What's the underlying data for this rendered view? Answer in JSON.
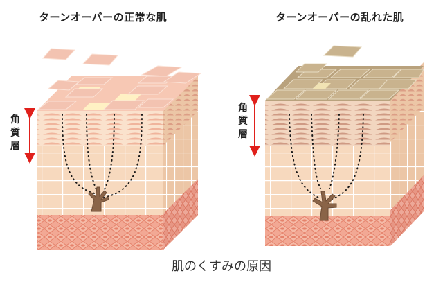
{
  "titles": {
    "normal": "ターンオーバーの正常な肌",
    "disturbed": "ターンオーバーの乱れた肌"
  },
  "layer_label": "角質層",
  "caption": "肌のくすみの原因",
  "colors": {
    "cell_face": "#f7d9be",
    "cell_line": "#ffffff",
    "corneum_band": "#f0b49c",
    "basal_front": "#f2a894",
    "basal_pattern": "#e5826b",
    "flake_normal": "#f3c3b1",
    "flake_highlight": "#fff1c4",
    "flake_dull": "#c9b38e",
    "melanocyte": "#8a6448",
    "arrow": "#e0201b",
    "dots": "#1a1a1a"
  },
  "icons": {
    "arrow": "double-headed-arrow",
    "melanocyte": "melanocyte-cell"
  }
}
